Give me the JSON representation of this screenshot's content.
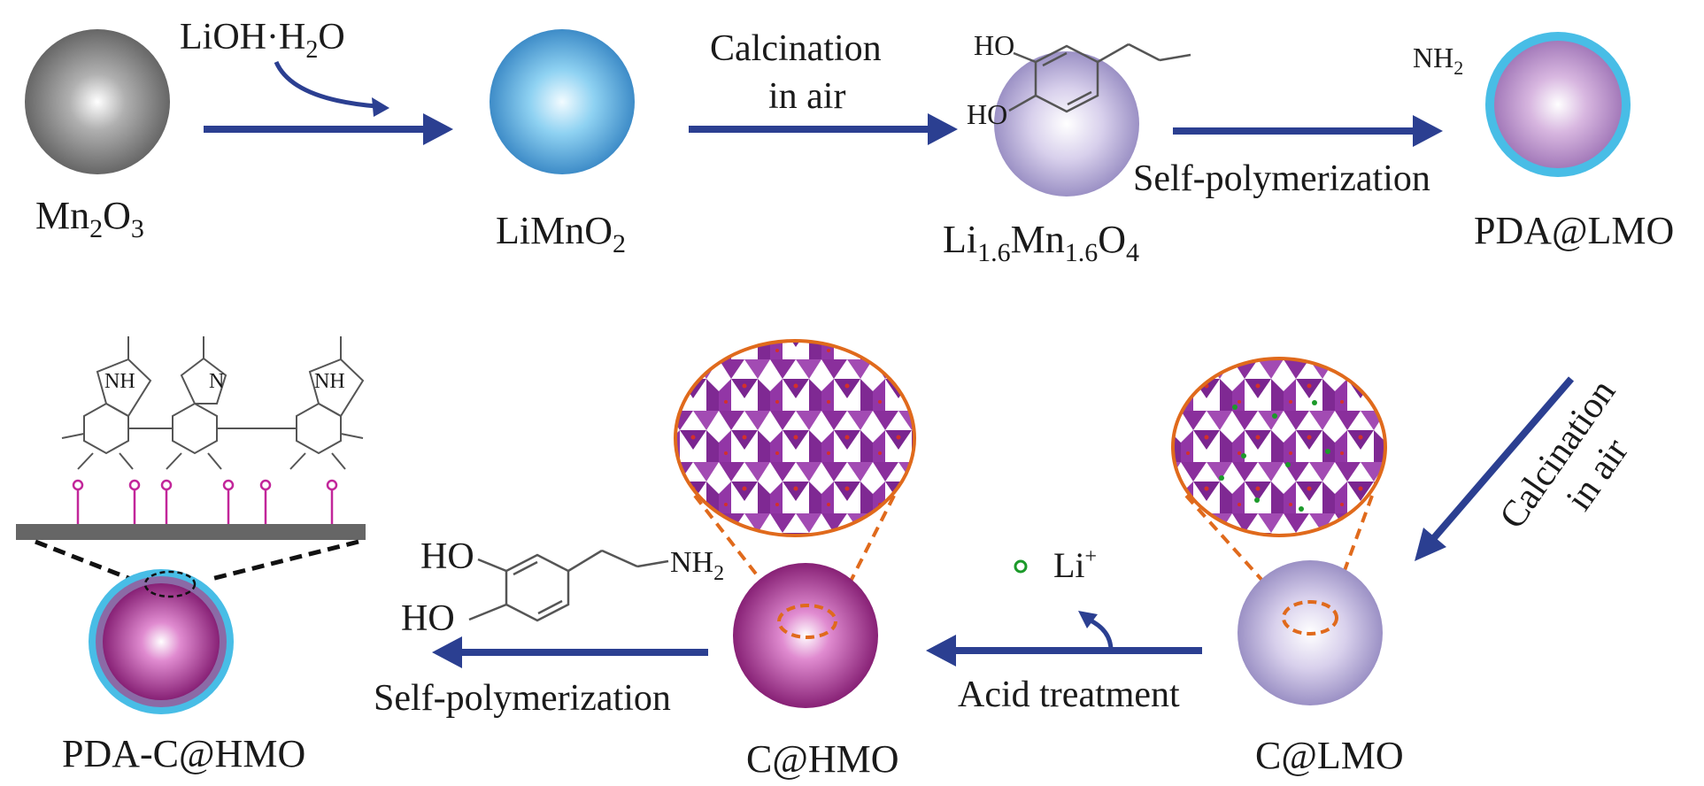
{
  "top_row": {
    "mn2o3": {
      "label": "Mn",
      "sub1": "2",
      "mid": "O",
      "sub2": "3"
    },
    "reagent": {
      "a": "LiOH·H",
      "sub": "2",
      "b": "O"
    },
    "limno2": {
      "label": "LiMnO",
      "sub": "2"
    },
    "calcination_line1": "Calcination",
    "calcination_line2": "in air",
    "lmo": {
      "a": "Li",
      "s1": "1.6",
      "b": "Mn",
      "s2": "1.6",
      "c": "O",
      "s3": "4"
    },
    "dopamine_top": {
      "ho1": "HO",
      "ho2": "HO",
      "nh2": "NH",
      "nh2_sub": "2"
    },
    "self_poly_top": "Self-polymerization",
    "pda_lmo": "PDA@LMO"
  },
  "bottom_row": {
    "calcination_vertical": {
      "line1": "Calcination",
      "line2": "in air"
    },
    "c_lmo": "C@LMO",
    "li_ion": {
      "label": "Li",
      "sup": "+"
    },
    "acid_treatment": "Acid treatment",
    "c_hmo": "C@HMO",
    "dopamine_bottom": {
      "ho1": "HO",
      "ho2": "HO",
      "nh2": "NH",
      "nh2_sub": "2"
    },
    "self_poly_bottom": "Self-polymerization",
    "pda_c_hmo": "PDA-C@HMO",
    "polymer_labels": {
      "nh_left": "NH",
      "n_mid": "N",
      "nh_right": "NH"
    }
  },
  "colors": {
    "arrow": "#2b3f91",
    "grey_sphere": "#6f6f6f",
    "blue_sphere": "#3c8fce",
    "lilac_sphere": "#a79ccc",
    "shell_cyan": "#48bde6",
    "magenta_sphere": "#8b1a7a",
    "orange": "#e06a1c",
    "crystal": "#8a2f9c",
    "li_green": "#1c9a2a"
  }
}
